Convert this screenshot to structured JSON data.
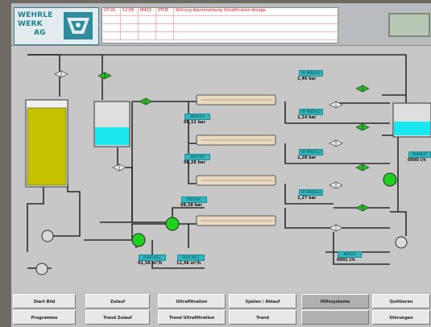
{
  "header": {
    "logo_lines": [
      "WEHRLE",
      "WERK",
      "AG"
    ],
    "messages": [
      {
        "cells": [
          "07.01.",
          "12:05",
          "M423",
          "STOE",
          "Störung Alarmmeldung Ultrafiltration Anlage"
        ]
      },
      {
        "cells": [
          "",
          "",
          "",
          "",
          ""
        ]
      },
      {
        "cells": [
          "",
          "",
          "",
          "",
          ""
        ]
      },
      {
        "cells": [
          "",
          "",
          "",
          "",
          ""
        ]
      }
    ]
  },
  "tags": [
    {
      "name": "module-1",
      "label": "UF-MODUL1",
      "value": "1,46",
      "unit": "bar"
    },
    {
      "name": "module-2",
      "label": "UF-MODUL2",
      "value": "1,14",
      "unit": "bar"
    },
    {
      "name": "module-3",
      "label": "UF-MODUL3",
      "value": "1,28",
      "unit": "bar"
    },
    {
      "name": "module-4",
      "label": "UF-MODUL4",
      "value": "1,27",
      "unit": "bar"
    },
    {
      "name": "pressure-a",
      "label": "DRUCK-A",
      "value": "08,11",
      "unit": "bar"
    },
    {
      "name": "pressure-b",
      "label": "DRUCK-B",
      "value": "08,26",
      "unit": "bar"
    },
    {
      "name": "pressure-c",
      "label": "DRUCK-C",
      "value": "08,38",
      "unit": "bar"
    },
    {
      "name": "flow-1",
      "label": "DURCHFL1",
      "value": "01,58",
      "unit": "m³/h"
    },
    {
      "name": "flow-2",
      "label": "DURCHFL2",
      "value": "11,46",
      "unit": "m³/h"
    },
    {
      "name": "level",
      "label": "NIVEAU",
      "value": "0001",
      "unit": "l/h"
    },
    {
      "name": "right",
      "label": "PERMEAT",
      "value": "0000",
      "unit": "l/h"
    }
  ],
  "buttons": {
    "row1": [
      "Start Bild",
      "Zulauf",
      "Ultrafiltration",
      "Spülen / Ablauf",
      "Hilfssysteme",
      "Quittieren"
    ],
    "row2": [
      "Programme",
      "Trend Zulauf",
      "Trend Ultrafiltration",
      "Trend",
      "",
      "Störungen"
    ]
  },
  "colors": {
    "tank_fill": "#c6c200",
    "water": "#19e7f0",
    "pump": "#1ed11e",
    "valve": "#22bb22",
    "tag_bg": "#30b7c0"
  }
}
